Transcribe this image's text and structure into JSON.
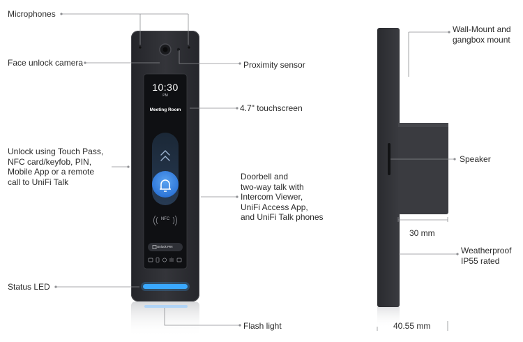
{
  "labels": {
    "microphones": "Microphones",
    "face_camera": "Face unlock camera",
    "proximity": "Proximity sensor",
    "touchscreen": "4.7\" touchscreen",
    "unlock_methods": "Unlock using Touch Pass,\nNFC card/keyfob, PIN,\nMobile App or a remote\ncall to UniFi Talk",
    "doorbell": "Doorbell and\ntwo-way talk with\nIntercom Viewer,\nUniFi Access  App,\nand UniFi Talk phones",
    "status_led": "Status LED",
    "flash_light": "Flash light",
    "wall_mount": "Wall-Mount and\ngangbox mount",
    "speaker": "Speaker",
    "depth_30": "30 mm",
    "weatherproof": "Weatherproof\nIP55 rated",
    "depth_total": "40.55 mm"
  },
  "screen": {
    "time": "10:30",
    "ampm": "PM",
    "room": "Meeting Room",
    "nfc": "NFC",
    "pin_button": "Unlock PIN"
  },
  "colors": {
    "device_body": "#2e2f33",
    "screen_bg": "#101114",
    "accent_blue": "#2e7fe0",
    "led_blue": "#3aa8ff"
  }
}
